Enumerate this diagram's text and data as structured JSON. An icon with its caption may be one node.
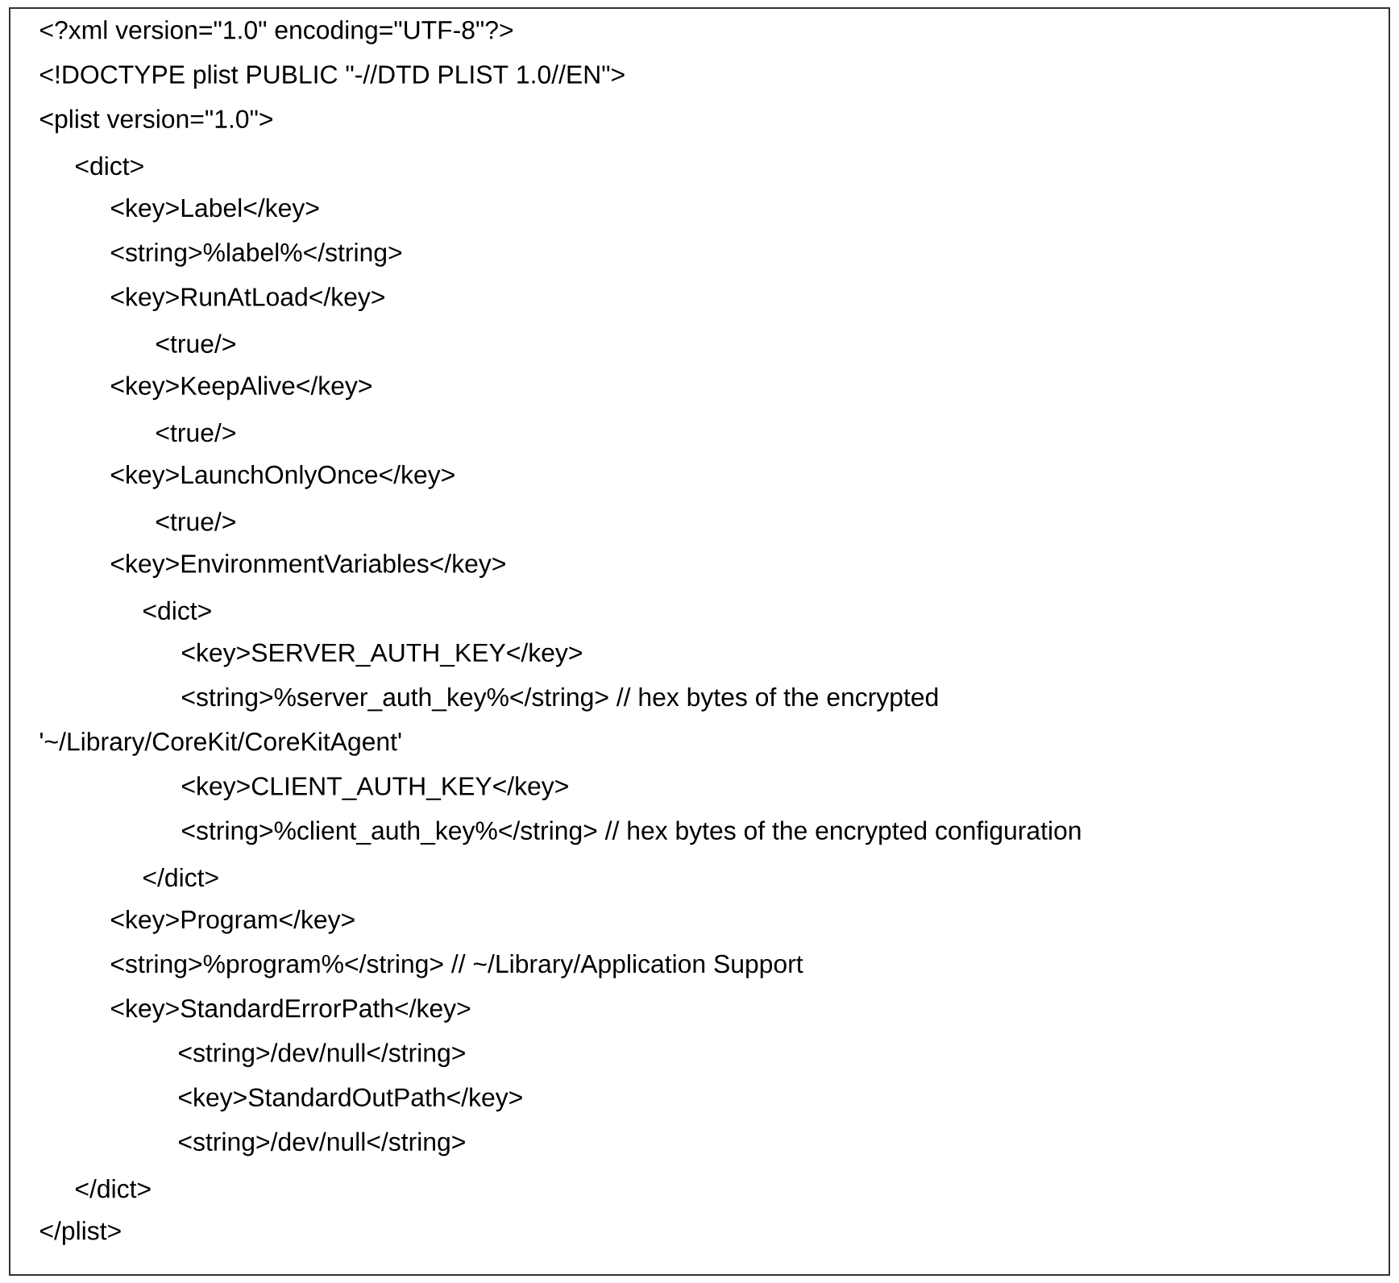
{
  "diagram": {
    "labels": [
      "<?xml version=\"1.0\" encoding=\"UTF-8\"?>",
      "<!DOCTYPE plist PUBLIC \"-//DTD PLIST 1.0//EN\">",
      "<plist version=\"1.0\">",
      "<dict>",
      "<key>Label</key>",
      "<string>%label%</string>",
      "<key>RunAtLoad</key>",
      "<true/>",
      "<key>KeepAlive</key>",
      "<true/>",
      "<key>LaunchOnlyOnce</key>",
      "<true/>",
      "<key>EnvironmentVariables</key>",
      "<dict>",
      "<key>SERVER_AUTH_KEY</key>",
      "<string>%server_auth_key%</string> // hex bytes of the encrypted",
      "'~/Library/CoreKit/CoreKitAgent'",
      "<key>CLIENT_AUTH_KEY</key>",
      "<string>%client_auth_key%</string> // hex bytes of the encrypted configuration",
      "</dict>",
      "<key>Program</key>",
      "<string>%program%</string> // ~/Library/Application Support",
      "<key>StandardErrorPath</key>",
      "<string>/dev/null</string>",
      "<key>StandardOutPath</key>",
      "<string>/dev/null</string>",
      "</dict>",
      "</plist>"
    ]
  }
}
